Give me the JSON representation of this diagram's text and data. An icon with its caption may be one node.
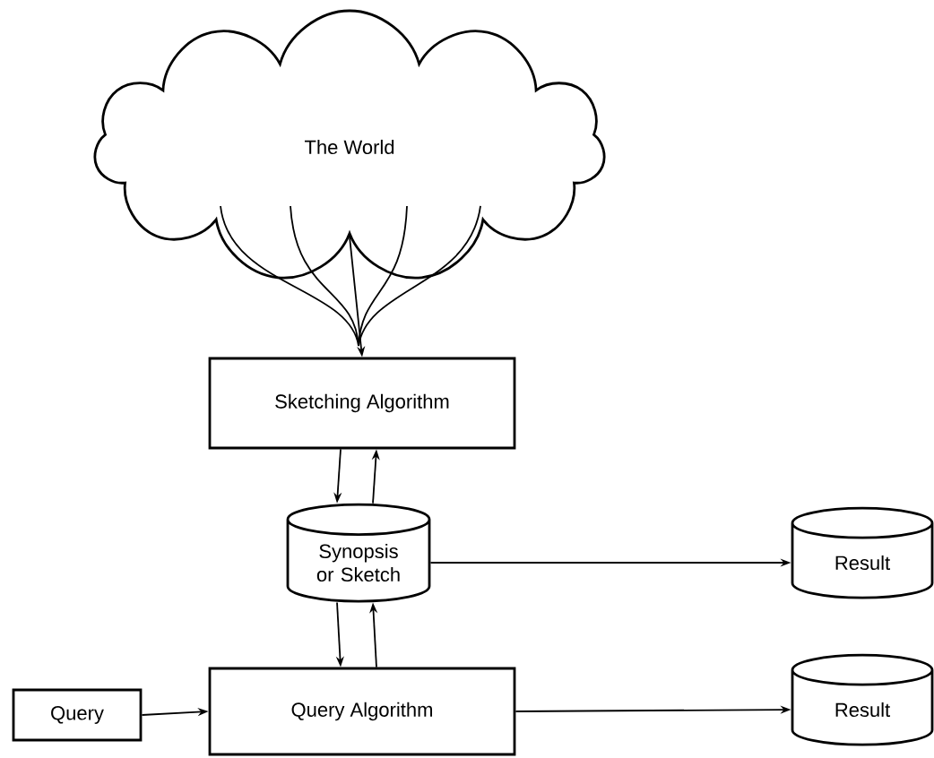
{
  "diagram": {
    "nodes": [
      {
        "text": [
          "The World"
        ]
      },
      {
        "text": [
          "Sketching Algorithm"
        ]
      },
      {
        "text": [
          "Synopsis or Sketch"
        ]
      },
      {
        "text": [
          "Result"
        ]
      },
      {
        "text": [
          "Query"
        ]
      },
      {
        "text": [
          "Query Algorithm"
        ]
      },
      {
        "text": [
          "Result"
        ]
      }
    ],
    "edges": [
      {
        "from": 0,
        "to": 1,
        "arrow": "to"
      },
      {
        "from": 1,
        "to": 2,
        "arrow": "to"
      },
      {
        "from": 2,
        "to": 1,
        "arrow": "to"
      },
      {
        "from": 2,
        "to": 3,
        "arrow": "to"
      },
      {
        "from": 2,
        "to": 5,
        "arrow": "to"
      },
      {
        "from": 5,
        "to": 2,
        "arrow": "to"
      },
      {
        "from": 4,
        "to": 5,
        "arrow": "to"
      },
      {
        "from": 5,
        "to": 6,
        "arrow": "to"
      }
    ]
  }
}
